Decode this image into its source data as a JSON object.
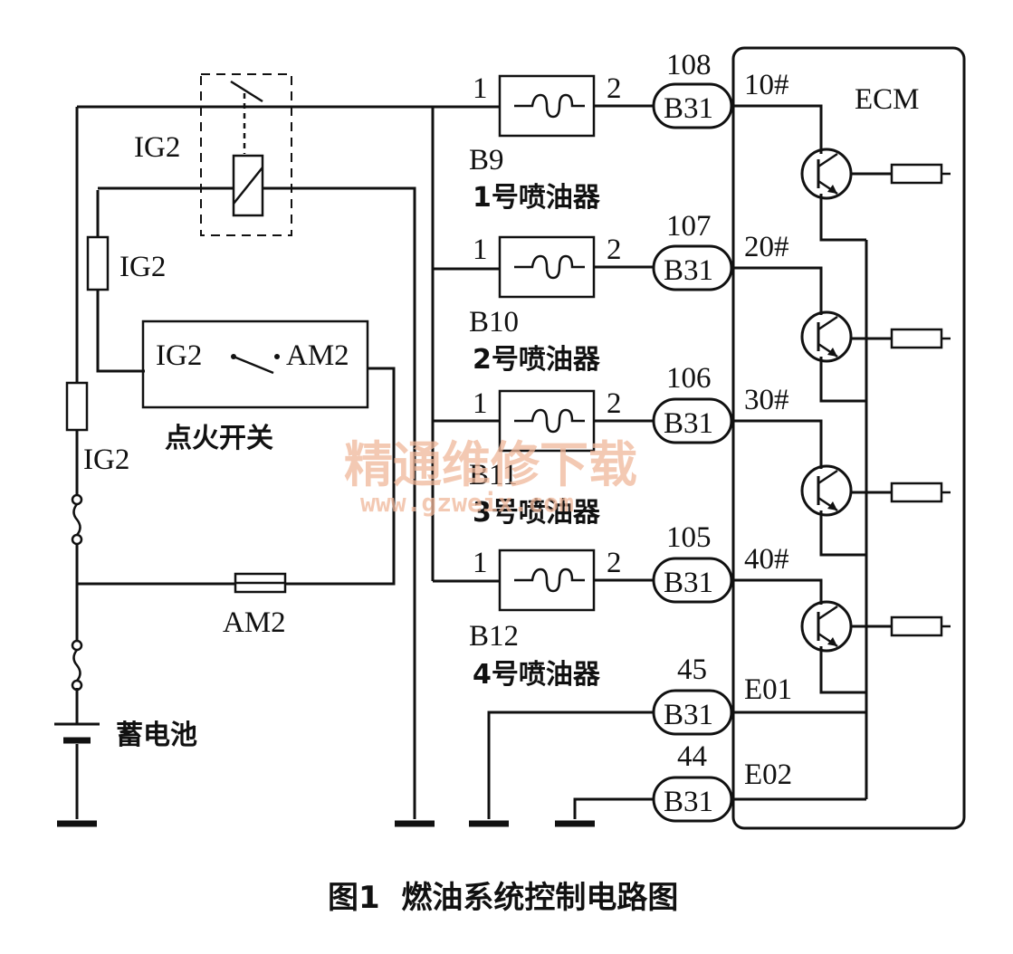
{
  "labels": {
    "ig2_relay": "IG2",
    "ig2_fuse": "IG2",
    "ig2_fusible": "IG2",
    "am2_fuse": "AM2",
    "battery": "蓄电池",
    "switch_ig2": "IG2",
    "switch_am2": "AM2",
    "ignition_switch": "点火开关",
    "ecm": "ECM",
    "watermark_cn": "精通维修下载",
    "watermark_url": "www.gzweix.com"
  },
  "injectors": [
    {
      "pin_in": "1",
      "pin_out": "2",
      "code": "B9",
      "name": "1号喷油器",
      "connector": "B31",
      "term": "108",
      "ecm_pin": "10#"
    },
    {
      "pin_in": "1",
      "pin_out": "2",
      "code": "B10",
      "name": "2号喷油器",
      "connector": "B31",
      "term": "107",
      "ecm_pin": "20#"
    },
    {
      "pin_in": "1",
      "pin_out": "2",
      "code": "B11",
      "name": "3号喷油器",
      "connector": "B31",
      "term": "106",
      "ecm_pin": "30#"
    },
    {
      "pin_in": "1",
      "pin_out": "2",
      "code": "B12",
      "name": "4号喷油器",
      "connector": "B31",
      "term": "105",
      "ecm_pin": "40#"
    }
  ],
  "grounds": [
    {
      "connector": "B31",
      "term": "45",
      "ecm_pin": "E01"
    },
    {
      "connector": "B31",
      "term": "44",
      "ecm_pin": "E02"
    }
  ],
  "caption": "图1  燃油系统控制电路图"
}
